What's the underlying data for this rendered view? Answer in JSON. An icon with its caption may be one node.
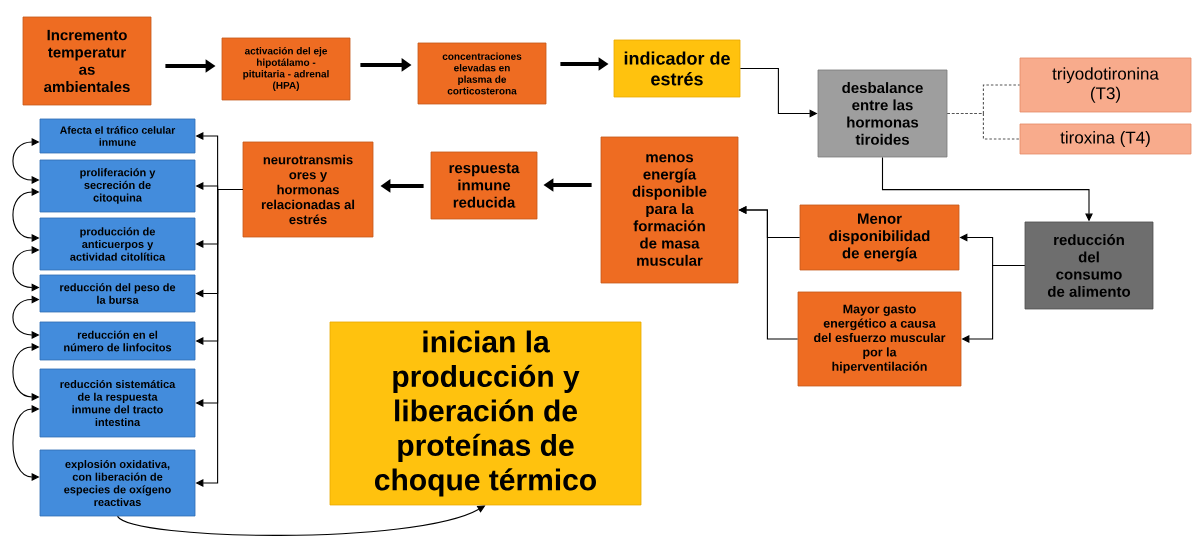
{
  "diagram": {
    "nodes": [
      {
        "text": [
          "Incremento temperatur as ambientales"
        ]
      },
      {
        "text": [
          "activación del eje hipotálamo - pituitaria - adrenal (HPA)"
        ]
      },
      {
        "text": [
          "concentraciones elevadas en plasma de corticosterona"
        ]
      },
      {
        "text": [
          "indicador de estrés"
        ]
      },
      {
        "text": [
          "desbalance entre las hormonas tiroides"
        ]
      },
      {
        "text": [
          "triyodotironina (T3)"
        ]
      },
      {
        "text": [
          "tiroxina (T4)"
        ]
      },
      {
        "text": [
          "reducción del consumo de alimento"
        ]
      },
      {
        "text": [
          "Menor disponibilidad de energía"
        ]
      },
      {
        "text": [
          "Mayor gasto energético a causa del esfuerzo muscular por la hiperventilación"
        ]
      },
      {
        "text": [
          "menos energía disponible para la formación de masa muscular"
        ]
      },
      {
        "text": [
          "respuesta inmune reducida"
        ]
      },
      {
        "text": [
          "neurotransmis ores y hormonas relacionadas al estrés"
        ]
      },
      {
        "text": [
          "Afecta el tráfico celular inmune"
        ]
      },
      {
        "text": [
          "proliferación y secreción de citoquina"
        ]
      },
      {
        "text": [
          "producción de anticuerpos y actividad citolítica"
        ]
      },
      {
        "text": [
          "reducción del peso de la bursa"
        ]
      },
      {
        "text": [
          "reducción en el número de linfocitos"
        ]
      },
      {
        "text": [
          "reducción sistemática de la respuesta inmune del tracto intestina"
        ]
      },
      {
        "text": [
          "explosión oxidativa, con liberación de especies de oxígeno reactivas"
        ]
      },
      {
        "text": [
          "inician la producción y liberación de proteínas de choque térmico"
        ]
      }
    ],
    "edges": [
      {
        "from": 0,
        "to": 1,
        "arrow": "to",
        "style": "thick"
      },
      {
        "from": 1,
        "to": 2,
        "arrow": "to",
        "style": "thick"
      },
      {
        "from": 2,
        "to": 3,
        "arrow": "to",
        "style": "thick"
      },
      {
        "from": 3,
        "to": 4,
        "arrow": "to"
      },
      {
        "from": 4,
        "to": 5,
        "arrow": "none",
        "style": "dashed"
      },
      {
        "from": 4,
        "to": 6,
        "arrow": "none",
        "style": "dashed"
      },
      {
        "from": 4,
        "to": 7,
        "arrow": "to"
      },
      {
        "from": 7,
        "to": 8,
        "arrow": "to"
      },
      {
        "from": 7,
        "to": 9,
        "arrow": "to"
      },
      {
        "from": 8,
        "to": 10,
        "arrow": "to"
      },
      {
        "from": 9,
        "to": 10,
        "arrow": "to"
      },
      {
        "from": 10,
        "to": 11,
        "arrow": "to",
        "style": "thick"
      },
      {
        "from": 11,
        "to": 12,
        "arrow": "to",
        "style": "thick"
      },
      {
        "from": 12,
        "to": 13,
        "arrow": "to"
      },
      {
        "from": 12,
        "to": 14,
        "arrow": "to"
      },
      {
        "from": 12,
        "to": 15,
        "arrow": "to"
      },
      {
        "from": 12,
        "to": 16,
        "arrow": "to"
      },
      {
        "from": 12,
        "to": 17,
        "arrow": "to"
      },
      {
        "from": 12,
        "to": 18,
        "arrow": "to"
      },
      {
        "from": 12,
        "to": 19,
        "arrow": "to"
      },
      {
        "from": 13,
        "to": 14,
        "arrow": "both"
      },
      {
        "from": 14,
        "to": 15,
        "arrow": "both"
      },
      {
        "from": 15,
        "to": 16,
        "arrow": "both"
      },
      {
        "from": 16,
        "to": 17,
        "arrow": "both"
      },
      {
        "from": 17,
        "to": 18,
        "arrow": "both"
      },
      {
        "from": 18,
        "to": 19,
        "arrow": "both"
      },
      {
        "from": 19,
        "to": 20,
        "arrow": "to"
      }
    ]
  }
}
